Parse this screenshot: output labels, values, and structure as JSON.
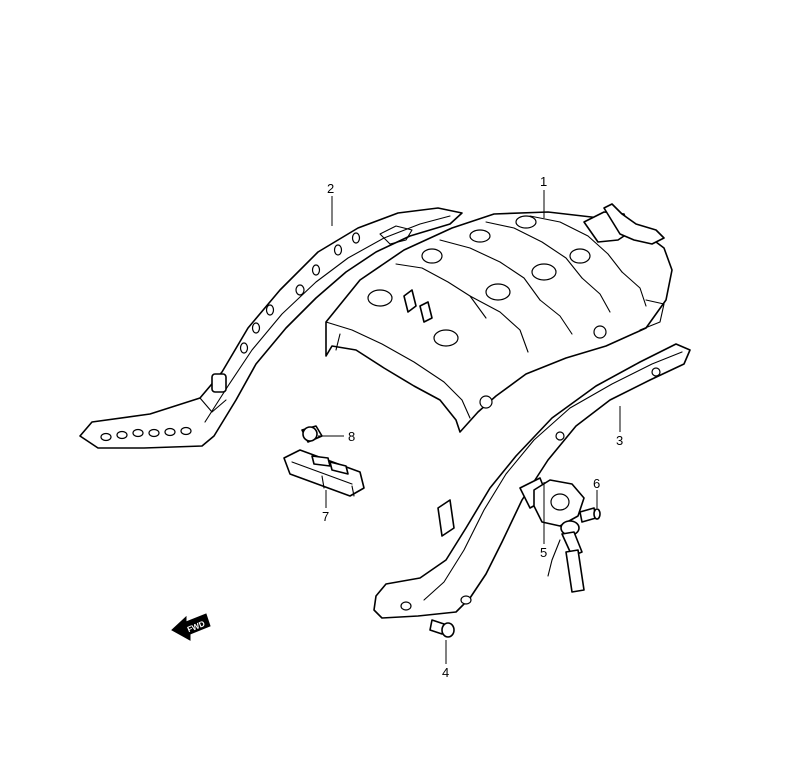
{
  "callouts": {
    "c1": "1",
    "c2": "2",
    "c3": "3",
    "c4": "4",
    "c5": "5",
    "c6": "6",
    "c7": "7",
    "c8": "8"
  },
  "fwd_label": "FWD",
  "colors": {
    "line": "#000000",
    "background": "#ffffff"
  }
}
